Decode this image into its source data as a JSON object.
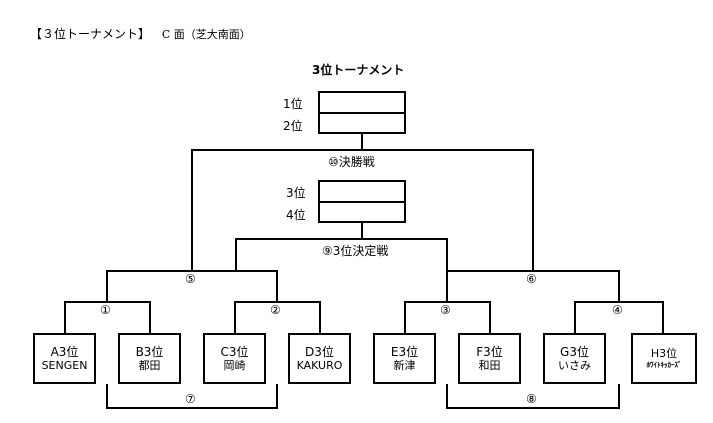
{
  "heading": {
    "title": "【３位トーナメント】",
    "sub": "C 面（芝大南面）"
  },
  "tournament_title": "3位トーナメント",
  "ranks": [
    "1位",
    "2位",
    "3位",
    "4位"
  ],
  "matches": {
    "m1": "①",
    "m2": "②",
    "m3": "③",
    "m4": "④",
    "m5": "⑤",
    "m6": "⑥",
    "m7": "⑦",
    "m8": "⑧",
    "m9": "⑨3位決定戦",
    "m10": "⑩決勝戦"
  },
  "teams": [
    {
      "seed": "A3位",
      "name": "SENGEN"
    },
    {
      "seed": "B3位",
      "name": "都田"
    },
    {
      "seed": "C3位",
      "name": "岡崎"
    },
    {
      "seed": "D3位",
      "name": "KAKURO"
    },
    {
      "seed": "E3位",
      "name": "新津"
    },
    {
      "seed": "F3位",
      "name": "和田"
    },
    {
      "seed": "G3位",
      "name": "いさみ"
    },
    {
      "seed": "H3位",
      "name": "ﾎﾜｲﾄｷｯｶｰｽﾞ"
    }
  ]
}
